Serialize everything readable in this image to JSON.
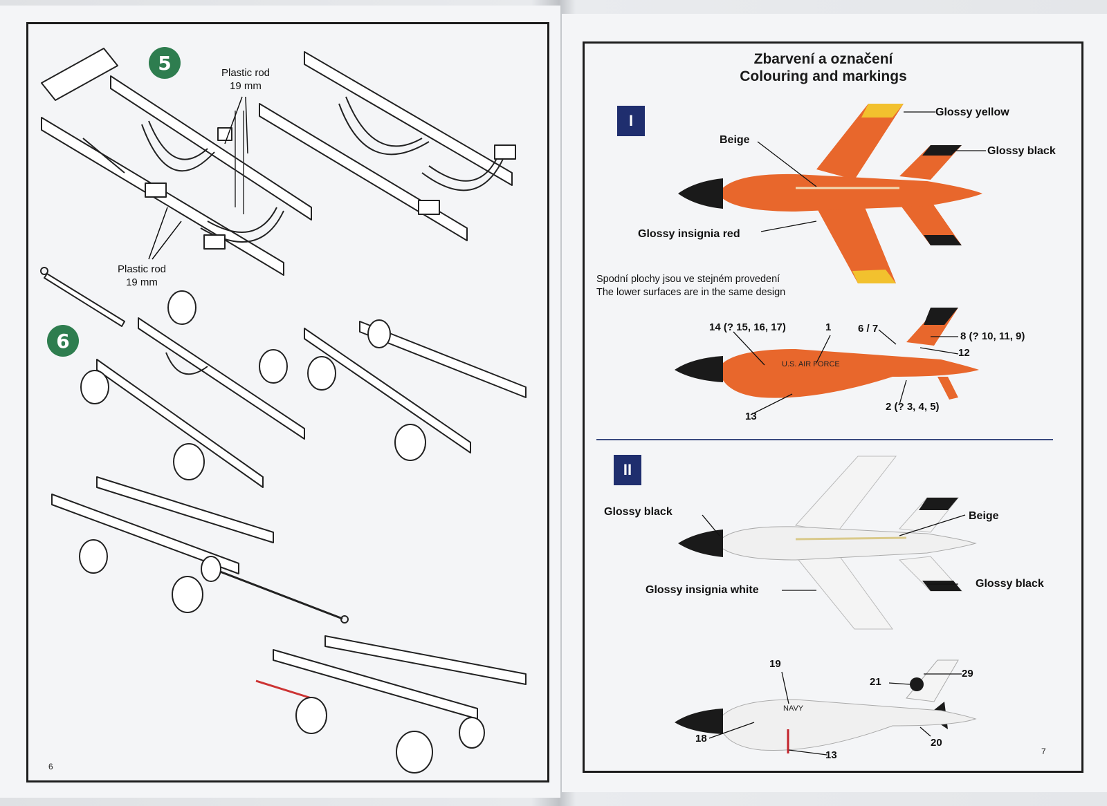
{
  "left_page": {
    "step5": "5",
    "step6": "6",
    "rod_label_top": {
      "line1": "Plastic rod",
      "line2": "19 mm"
    },
    "rod_label_bottom": {
      "line1": "Plastic rod",
      "line2": "19 mm"
    },
    "page_number": "6"
  },
  "right_page": {
    "title_cz": "Zbarvení a označení",
    "title_en": "Colouring and markings",
    "scheme1": "I",
    "scheme2": "II",
    "s1_labels": {
      "yellow": "Glossy yellow",
      "beige": "Beige",
      "black": "Glossy black",
      "red": "Glossy insignia red"
    },
    "note_cz": "Spodní plochy jsou ve stejném provedení",
    "note_en": "The lower surfaces are in the same design",
    "s1_side_numbers": {
      "n14": "14 (? 15, 16, 17)",
      "n1": "1",
      "n6": "6 / 7",
      "n8": "8 (? 10, 11, 9)",
      "n12": "12",
      "n13": "13",
      "n2": "2 (? 3, 4, 5)"
    },
    "s1_fuselage_text": "U.S. AIR FORCE",
    "s2_labels": {
      "black_nose": "Glossy black",
      "beige": "Beige",
      "white": "Glossy insignia white",
      "black_tail": "Glossy black"
    },
    "s2_side_numbers": {
      "n19": "19",
      "n21": "21",
      "n29": "29",
      "n18": "18",
      "n13": "13",
      "n20": "20"
    },
    "s2_fuselage_text": "NAVY",
    "page_number": "7"
  },
  "colors": {
    "orange": "#e8672c",
    "yellow": "#f2c12e",
    "black": "#1a1a1a",
    "green_badge": "#2e7d4f",
    "navy_badge": "#1f2e6e"
  }
}
